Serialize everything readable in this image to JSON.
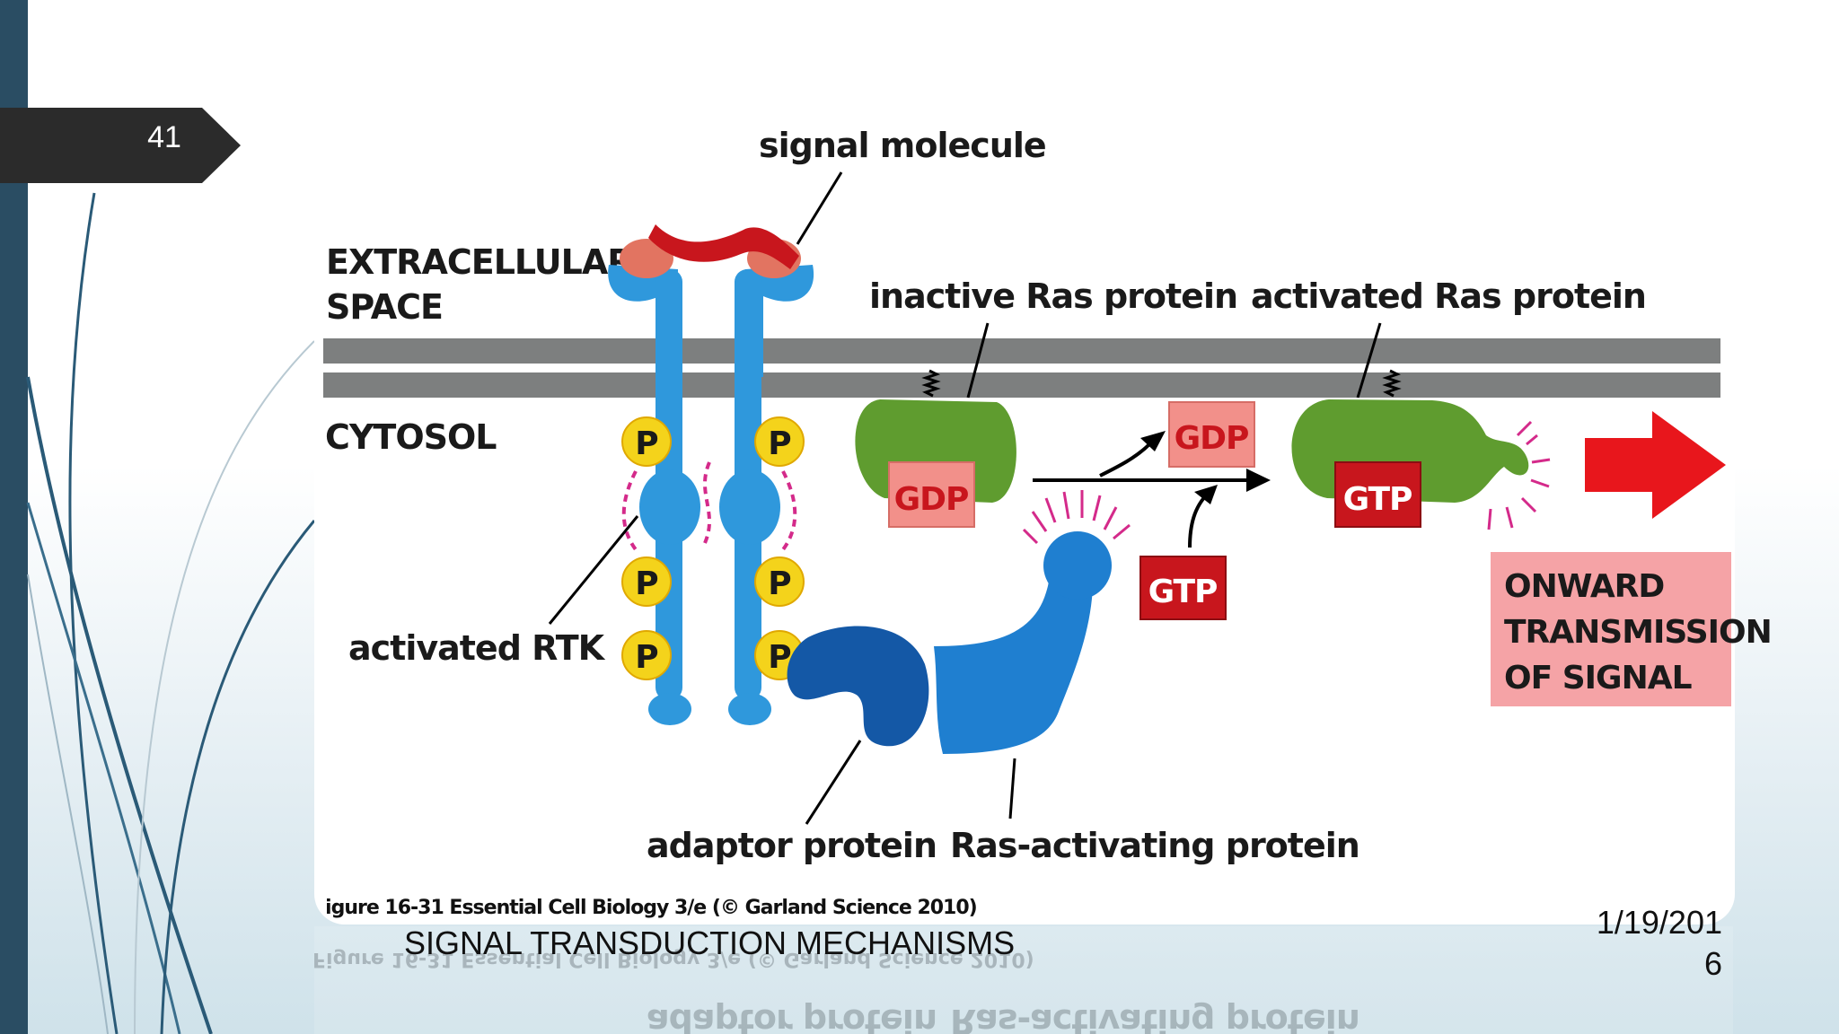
{
  "slide": {
    "number": "41",
    "footer_title": "SIGNAL TRANSDUCTION MECHANISMS",
    "date_line1": "1/19/201",
    "date_line2": "6",
    "colors": {
      "side_bar": "#2a4d63",
      "number_tab": "#2b2b2b",
      "membrane": "#7d7f7f"
    }
  },
  "figure": {
    "signal_molecule": "signal molecule",
    "extracellular_line1": "EXTRACELLULAR",
    "extracellular_line2": "SPACE",
    "cytosol": "CYTOSOL",
    "inactive_ras": "inactive Ras protein",
    "activated_ras": "activated Ras protein",
    "activated_rtk": "activated RTK",
    "adaptor_protein": "adaptor protein",
    "ras_activating_protein": "Ras-activating protein",
    "gdp_inactive": "GDP",
    "gdp_released": "GDP",
    "gtp_incoming": "GTP",
    "gtp_bound": "GTP",
    "phosphate": "P",
    "onward_line1": "ONWARD",
    "onward_line2": "TRANSMISSION",
    "onward_line3": "OF SIGNAL",
    "caption": "Figure 16-31 Essential Cell Biology 3/e (© Garland Science 2010)",
    "reflection_adaptor": "adaptor protein",
    "reflection_ras_activating": "Ras-activating protein",
    "reflection_caption": "Figure 16-31 Essential Cell Biology 3/e (© Garland Science 2010)"
  }
}
